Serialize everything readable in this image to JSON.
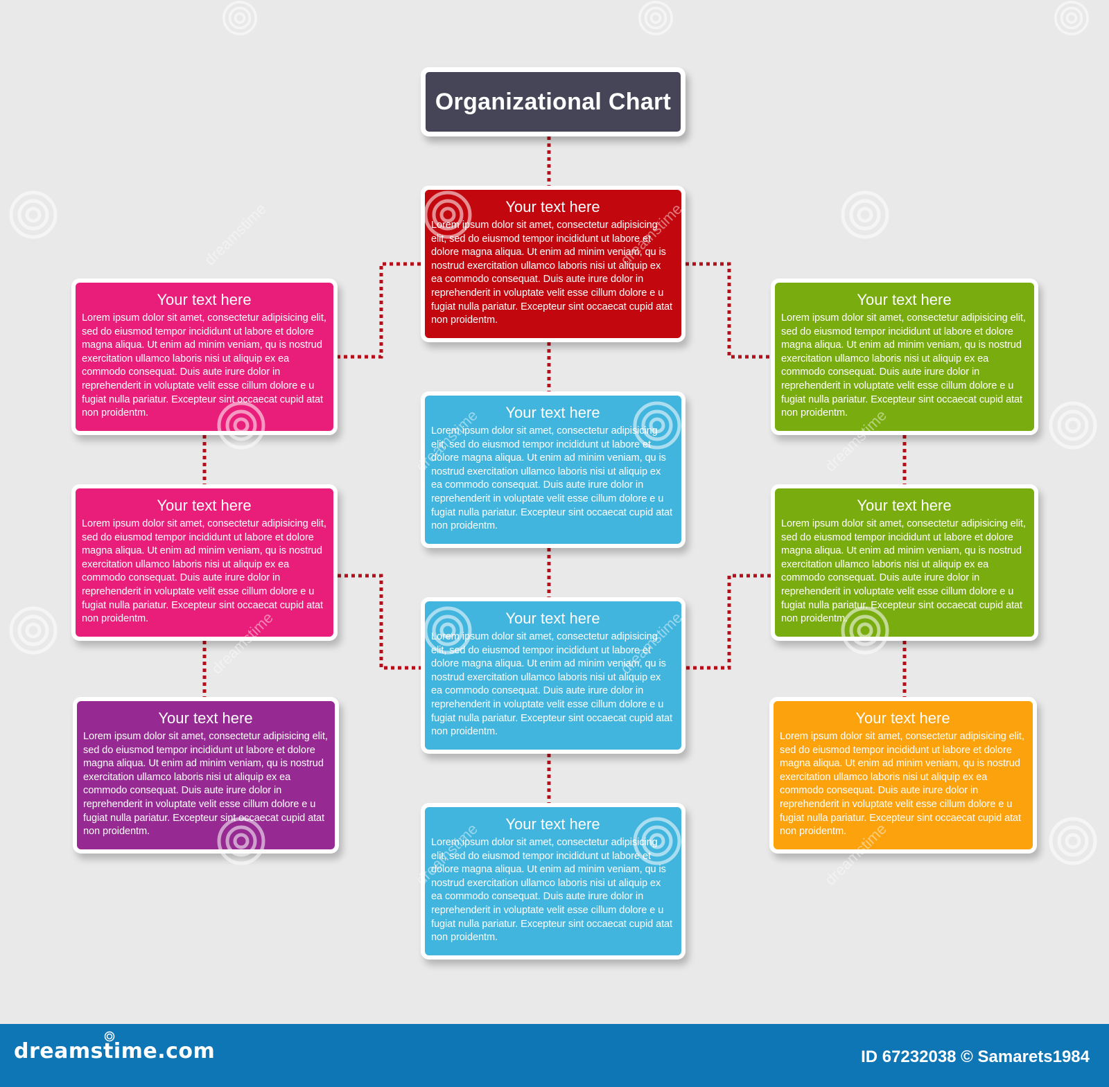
{
  "title": "Organizational Chart",
  "colors": {
    "background": "#e9e9e9",
    "title": "#454557",
    "red": "#c3070f",
    "pink": "#e91e7a",
    "purple": "#962a92",
    "blue": "#41b5dd",
    "green": "#79ad0f",
    "orange": "#fba20d",
    "connector": "#b5101a",
    "footer": "#0f76b6"
  },
  "nodes": [
    {
      "id": "top",
      "color": "red",
      "title": "Your text here",
      "text": "Lorem ipsum dolor sit amet, consectetur adipisicing elit, sed do eiusmod tempor incididunt ut labore et dolore magna aliqua. Ut enim ad minim veniam, qu is nostrud exercitation ullamco laboris nisi ut aliquip ex ea commodo consequat. Duis aute irure dolor in reprehenderit in voluptate velit esse cillum dolore e u fugiat nulla pariatur. Excepteur sint occaecat cupid atat non proidentm."
    },
    {
      "id": "left-1",
      "color": "pink",
      "title": "Your text here",
      "text": "Lorem ipsum dolor sit amet, consectetur adipisicing elit, sed do eiusmod tempor incididunt ut labore et dolore magna aliqua. Ut enim ad minim veniam, qu is nostrud exercitation ullamco laboris nisi ut aliquip ex ea commodo consequat. Duis aute irure dolor in reprehenderit in voluptate velit esse cillum dolore e u fugiat nulla pariatur. Excepteur sint occaecat cupid atat non proidentm."
    },
    {
      "id": "right-1",
      "color": "green",
      "title": "Your text here",
      "text": "Lorem ipsum dolor sit amet, consectetur adipisicing elit, sed do eiusmod tempor incididunt ut labore et dolore magna aliqua. Ut enim ad minim veniam, qu is nostrud exercitation ullamco laboris nisi ut aliquip ex ea commodo consequat. Duis aute irure dolor in reprehenderit in voluptate velit esse cillum dolore e u fugiat nulla pariatur. Excepteur sint occaecat cupid atat non proidentm."
    },
    {
      "id": "center-1",
      "color": "blue",
      "title": "Your text here",
      "text": "Lorem ipsum dolor sit amet, consectetur adipisicing elit, sed do eiusmod tempor incididunt ut labore et dolore magna aliqua. Ut enim ad minim veniam, qu is nostrud exercitation ullamco laboris nisi ut aliquip ex ea commodo consequat. Duis aute irure dolor in reprehenderit in voluptate velit esse cillum dolore e u fugiat nulla pariatur. Excepteur sint occaecat cupid atat non proidentm."
    },
    {
      "id": "left-2",
      "color": "pink",
      "title": "Your text here",
      "text": "Lorem ipsum dolor sit amet, consectetur adipisicing elit, sed do eiusmod tempor incididunt ut labore et dolore magna aliqua. Ut enim ad minim veniam, qu is nostrud exercitation ullamco laboris nisi ut aliquip ex ea commodo consequat. Duis aute irure dolor in reprehenderit in voluptate velit esse cillum dolore e u fugiat nulla pariatur. Excepteur sint occaecat cupid atat non proidentm."
    },
    {
      "id": "right-2",
      "color": "green",
      "title": "Your text here",
      "text": "Lorem ipsum dolor sit amet, consectetur adipisicing elit, sed do eiusmod tempor incididunt ut labore et dolore magna aliqua. Ut enim ad minim veniam, qu is nostrud exercitation ullamco laboris nisi ut aliquip ex ea commodo consequat. Duis aute irure dolor in reprehenderit in voluptate velit esse cillum dolore e u fugiat nulla pariatur. Excepteur sint occaecat cupid atat non proidentm."
    },
    {
      "id": "center-2",
      "color": "blue",
      "title": "Your text here",
      "text": "Lorem ipsum dolor sit amet, consectetur adipisicing elit, sed do eiusmod tempor incididunt ut labore et dolore magna aliqua. Ut enim ad minim veniam, qu is nostrud exercitation ullamco laboris nisi ut aliquip ex ea commodo consequat. Duis aute irure dolor in reprehenderit in voluptate velit esse cillum dolore e u fugiat nulla pariatur. Excepteur sint occaecat cupid atat non proidentm."
    },
    {
      "id": "left-3",
      "color": "purple",
      "title": "Your text here",
      "text": "Lorem ipsum dolor sit amet, consectetur adipisicing elit, sed do eiusmod tempor incididunt ut labore et dolore magna aliqua. Ut enim ad minim veniam, qu is nostrud exercitation ullamco laboris nisi ut aliquip ex ea commodo consequat. Duis aute irure dolor in reprehenderit in voluptate velit esse cillum dolore e u fugiat nulla pariatur. Excepteur sint occaecat cupid atat non proidentm."
    },
    {
      "id": "right-3",
      "color": "orange",
      "title": "Your text here",
      "text": "Lorem ipsum dolor sit amet, consectetur adipisicing elit, sed do eiusmod tempor incididunt ut labore et dolore magna aliqua. Ut enim ad minim veniam, qu is nostrud exercitation ullamco laboris nisi ut aliquip ex ea commodo consequat. Duis aute irure dolor in reprehenderit in voluptate velit esse cillum dolore e u fugiat nulla pariatur. Excepteur sint occaecat cupid atat non proidentm."
    },
    {
      "id": "center-3",
      "color": "blue",
      "title": "Your text here",
      "text": "Lorem ipsum dolor sit amet, consectetur adipisicing elit, sed do eiusmod tempor incididunt ut labore et dolore magna aliqua. Ut enim ad minim veniam, qu is nostrud exercitation ullamco laboris nisi ut aliquip ex ea commodo consequat. Duis aute irure dolor in reprehenderit in voluptate velit esse cillum dolore e u fugiat nulla pariatur. Excepteur sint occaecat cupid atat non proidentm."
    }
  ],
  "edges": [
    [
      "title",
      "top"
    ],
    [
      "top",
      "left-1"
    ],
    [
      "top",
      "right-1"
    ],
    [
      "top",
      "center-1"
    ],
    [
      "left-1",
      "left-2"
    ],
    [
      "right-1",
      "right-2"
    ],
    [
      "center-1",
      "center-2"
    ],
    [
      "left-2",
      "center-2"
    ],
    [
      "right-2",
      "center-2"
    ],
    [
      "left-2",
      "left-3"
    ],
    [
      "right-2",
      "right-3"
    ],
    [
      "center-2",
      "center-3"
    ]
  ],
  "watermark": {
    "text": "dreamstime",
    "icon": "spiral-icon"
  },
  "footer": {
    "logo": "dreamstime.com",
    "credit": "ID 67232038 © Samarets1984"
  }
}
